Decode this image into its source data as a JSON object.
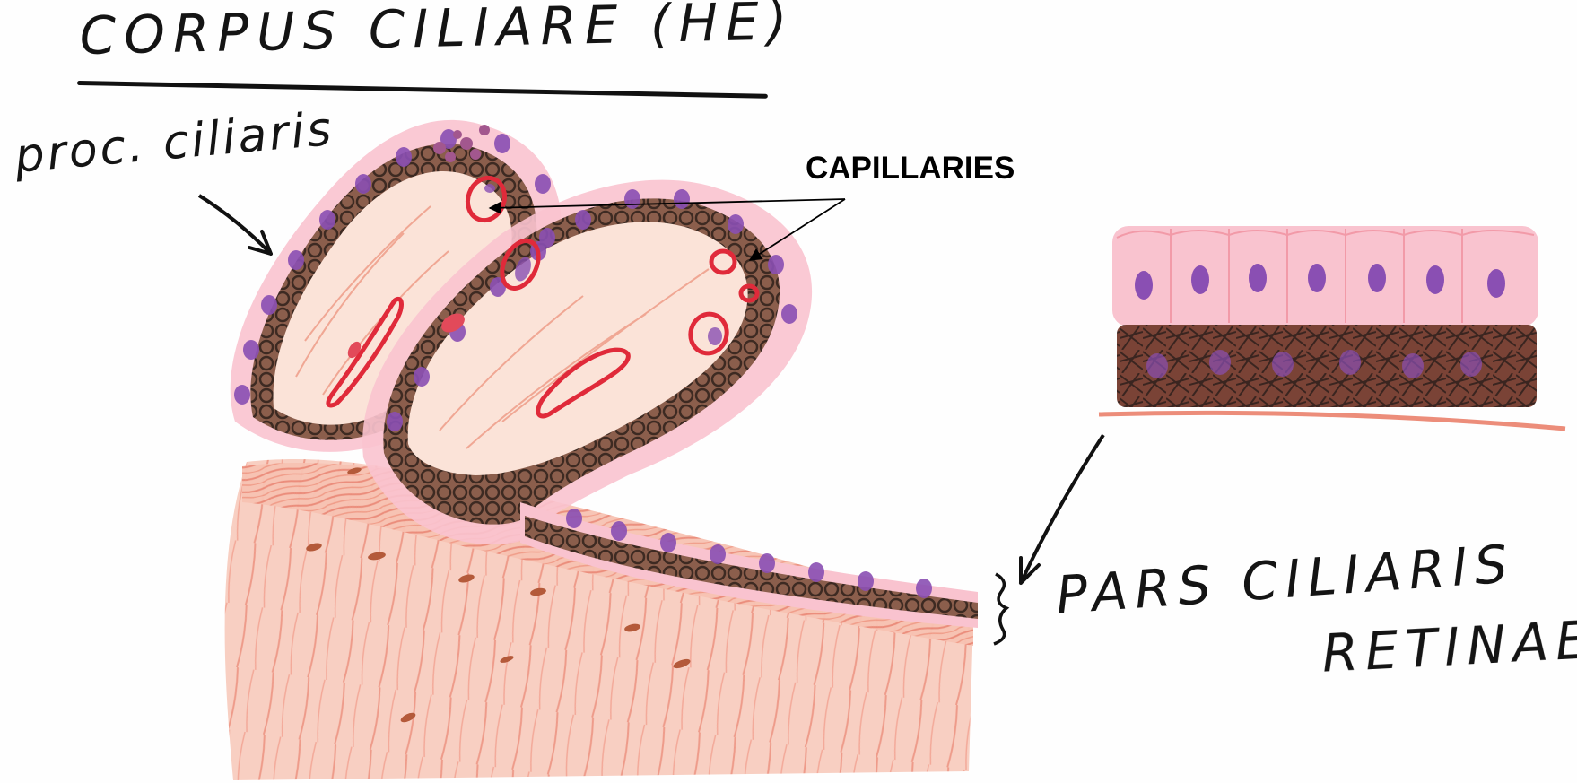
{
  "title": "CORPUS CILIARE (HE)",
  "labels": {
    "process": "proc. ciliaris",
    "capillaries": "CAPILLARIES",
    "pars_line1": "PARS CILIARIS",
    "pars_line2": "RETINAE"
  },
  "colors": {
    "stroma": "#f2a08e",
    "stroma_light": "#fbe3d8",
    "pigment_epithelium": "#6e4a3c",
    "nonpigmented_epithelium": "#f6bdc8",
    "nuclei": "#8a4fb3",
    "capillary": "#e02a3a",
    "ink": "#111111"
  }
}
